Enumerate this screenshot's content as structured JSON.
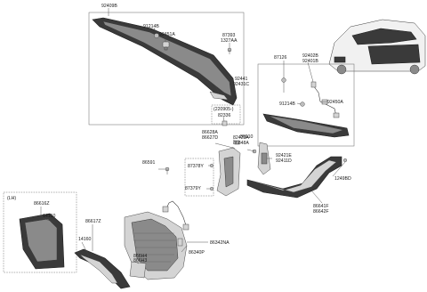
{
  "labels": {
    "p92409B": "92409B",
    "p91214B_a": "91214B",
    "p92451A": "92451A",
    "p87393": "87393",
    "p1327AA": "1327AA",
    "p92441": "92441",
    "p92431C": "92431C",
    "p87126": "87126",
    "p92402B": "92402B",
    "p92401B": "92401B",
    "p91214B_b": "91214B",
    "p92450A": "92450A",
    "p220905": "(220905-)",
    "p82336": "82336",
    "p86910": "86910",
    "p86628A": "86628A",
    "p86627D": "86627D",
    "p82423A": "82423A",
    "p86848A": "86848A",
    "p92421E": "92421E",
    "p92411D": "92411D",
    "p86591": "86591",
    "p87378Y": "87378Y",
    "p87379Y": "87379Y",
    "p1249BD": "1249BD",
    "p86641F": "86641F",
    "p86642F": "86642F",
    "lh": "(LH)",
    "p86616Z": "86616Z",
    "p14160_a": "14160",
    "p86617Z": "86617Z",
    "p14160_b": "14160",
    "p86342NA": "86342NA",
    "p86340P": "86340P",
    "p866H4": "866H4",
    "p866H3": "866H3"
  }
}
